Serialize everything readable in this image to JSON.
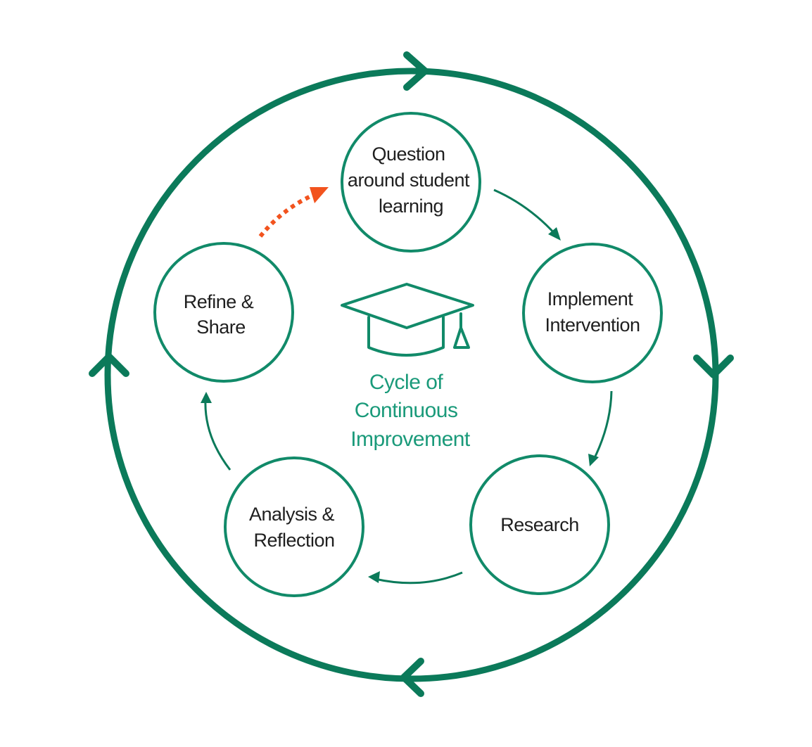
{
  "colors": {
    "primary_green": "#0b7a5a",
    "node_green": "#118a69",
    "center_text_green": "#1a9a7a",
    "highlight_orange": "#f2531e",
    "node_text": "#1f1f1f",
    "background": "#ffffff"
  },
  "center": {
    "icon": "graduation-cap-icon",
    "title_lines": [
      "Cycle of",
      "Continuous",
      "Improvement"
    ]
  },
  "nodes": [
    {
      "id": "question",
      "lines": [
        "Question",
        "around student",
        "learning"
      ]
    },
    {
      "id": "implement",
      "lines": [
        "Implement",
        "Intervention"
      ]
    },
    {
      "id": "research",
      "lines": [
        "Research"
      ]
    },
    {
      "id": "analysis",
      "lines": [
        "Analysis &",
        "Reflection"
      ]
    },
    {
      "id": "refine",
      "lines": [
        "Refine &",
        "Share"
      ]
    }
  ],
  "connections": [
    {
      "from": "question",
      "to": "implement",
      "style": "solid"
    },
    {
      "from": "implement",
      "to": "research",
      "style": "solid"
    },
    {
      "from": "research",
      "to": "analysis",
      "style": "solid"
    },
    {
      "from": "analysis",
      "to": "refine",
      "style": "solid"
    },
    {
      "from": "refine",
      "to": "question",
      "style": "dotted"
    }
  ],
  "outer_ring": {
    "direction": "clockwise",
    "chevrons": 4
  }
}
